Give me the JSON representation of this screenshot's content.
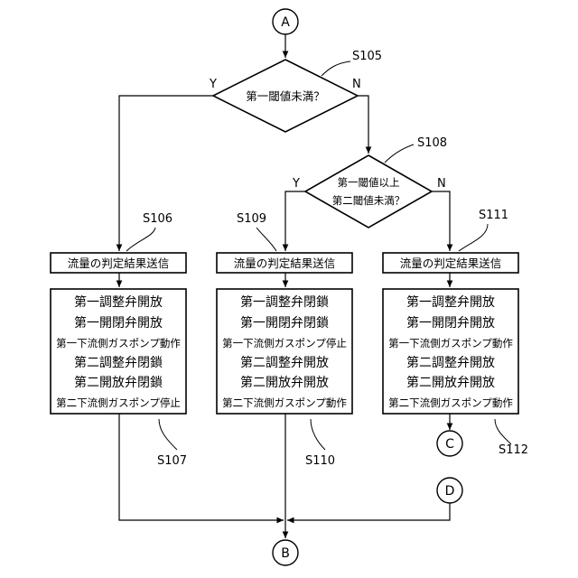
{
  "connectors": {
    "a": "A",
    "b": "B",
    "c": "C",
    "d": "D"
  },
  "decisions": {
    "s105": {
      "ref": "S105",
      "text": "第一閾値未満？",
      "yes": "Y",
      "no": "N"
    },
    "s108": {
      "ref": "S108",
      "line1": "第一閾値以上",
      "line2": "第二閾値未満？",
      "yes": "Y",
      "no": "N"
    }
  },
  "branches": [
    {
      "send_ref": "S106",
      "send_label": "流量の判定結果送信",
      "action_ref": "S107",
      "actions": [
        "第一調整弁開放",
        "第一開閉弁開放",
        "第一下流側ガスポンプ動作",
        "第二調整弁閉鎖",
        "第二開放弁閉鎖",
        "第二下流側ガスポンプ停止"
      ]
    },
    {
      "send_ref": "S109",
      "send_label": "流量の判定結果送信",
      "action_ref": "S110",
      "actions": [
        "第一調整弁閉鎖",
        "第一開閉弁閉鎖",
        "第一下流側ガスポンプ停止",
        "第二調整弁開放",
        "第二開放弁開放",
        "第二下流側ガスポンプ動作"
      ]
    },
    {
      "send_ref": "S111",
      "send_label": "流量の判定結果送信",
      "action_ref": "S112",
      "actions": [
        "第一調整弁開放",
        "第一開閉弁開放",
        "第一下流側ガスポンプ動作",
        "第二調整弁開放",
        "第二開放弁開放",
        "第二下流側ガスポンプ動作"
      ]
    }
  ]
}
